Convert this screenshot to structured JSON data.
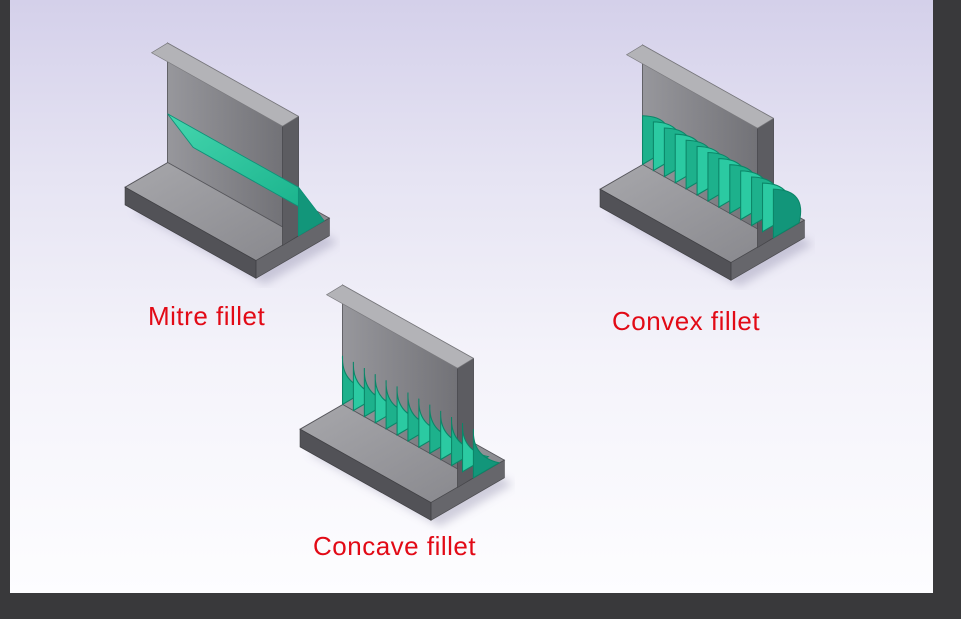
{
  "figures": [
    {
      "id": "mitre",
      "label": "Mitre fillet"
    },
    {
      "id": "convex",
      "label": "Convex fillet"
    },
    {
      "id": "concave",
      "label": "Concave fillet"
    }
  ],
  "colors": {
    "label_red": "#e20a16",
    "weld_teal_light": "#45d6ae",
    "weld_teal_dark": "#14ae88",
    "steel_gray": "#8b8b90",
    "background_top": "#d4d0ea",
    "background_bottom": "#fdfdff",
    "frame_dark": "#39393b"
  }
}
